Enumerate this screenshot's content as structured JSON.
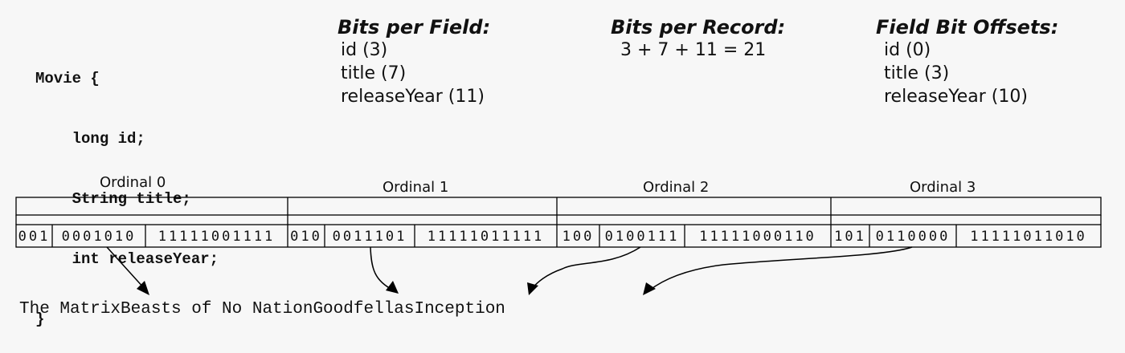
{
  "code": {
    "lines": [
      "Movie {",
      "    long id;",
      "    String title;",
      "    int releaseYear;",
      "}"
    ]
  },
  "bits_per_field": {
    "heading": "Bits per Field:",
    "items": [
      "id (3)",
      "title (7)",
      "releaseYear (11)"
    ]
  },
  "bits_per_record": {
    "heading": "Bits per Record:",
    "formula": "3 + 7 + 11 = 21"
  },
  "field_offsets": {
    "heading": "Field Bit Offsets:",
    "items": [
      "id (0)",
      "title (3)",
      "releaseYear (10)"
    ]
  },
  "ordinals": [
    {
      "label": "Ordinal 0",
      "fields": [
        "001",
        "0001010",
        "11111001111"
      ]
    },
    {
      "label": "Ordinal 1",
      "fields": [
        "010",
        "0011101",
        "11111011111"
      ]
    },
    {
      "label": "Ordinal 2",
      "fields": [
        "100",
        "0100111",
        "11111000110"
      ]
    },
    {
      "label": "Ordinal 3",
      "fields": [
        "101",
        "0110000",
        "11111011010"
      ]
    }
  ],
  "string_pool": "The MatrixBeasts of No NationGoodfellasInception"
}
